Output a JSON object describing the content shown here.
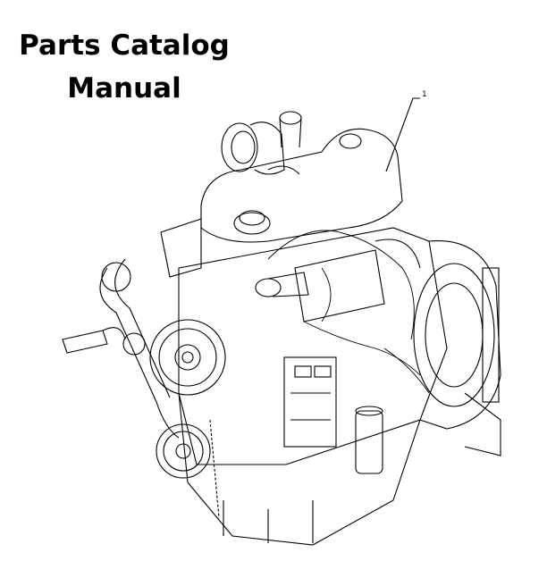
{
  "document": {
    "title_line1": "Parts Catalog",
    "title_line2": "Manual",
    "callout_number": "1"
  },
  "illustration": {
    "subject": "engine-assembly",
    "line_color": "#000000",
    "background": "#ffffff"
  }
}
